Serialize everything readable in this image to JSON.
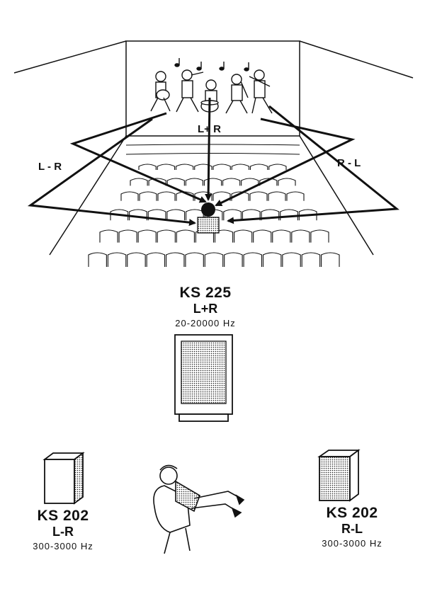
{
  "stage": {
    "label_left": "L - R",
    "label_center": "L+ R",
    "label_right": "R - L"
  },
  "speakers": {
    "center": {
      "model": "KS 225",
      "channel": "L+R",
      "frequency": "20-20000 Hz"
    },
    "left": {
      "model": "KS 202",
      "channel": "L-R",
      "frequency": "300-3000 Hz"
    },
    "right": {
      "model": "KS 202",
      "channel": "R-L",
      "frequency": "300-3000 Hz"
    }
  }
}
